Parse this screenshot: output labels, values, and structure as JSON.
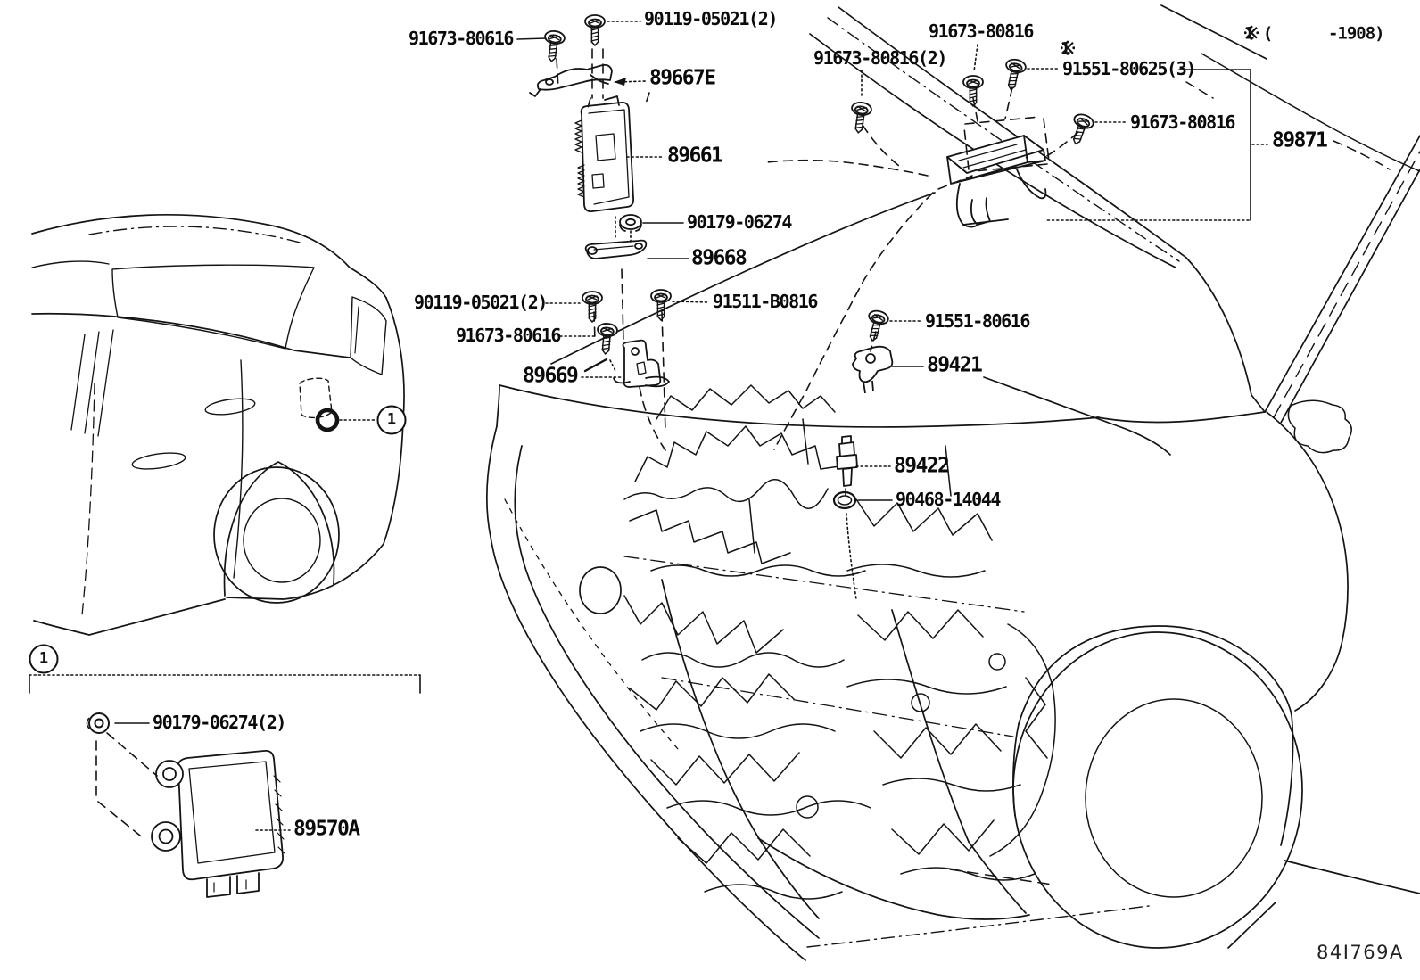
{
  "colors": {
    "ink": "#141414",
    "background": "#ffffff"
  },
  "drawing": {
    "code": "84I769A",
    "note_ref": "1 (      -1908)"
  },
  "callouts": {
    "engine_room": "1",
    "section": "1"
  },
  "labels": {
    "bolt_90119_top": "90119-05021(2)",
    "screw_91673_80616_top": "91673-80616",
    "bracket_89667e": "89667E",
    "ecu_89661": "89661",
    "nut_90179_06274": "90179-06274",
    "bracket_89668": "89668",
    "bolt_90119_lower": "90119-05021(2)",
    "screw_91511_b0816": "91511-B0816",
    "screw_91673_80616_lower": "91673-80616",
    "bracket_89669": "89669",
    "screw_91673_80816_top": "91673-80816",
    "screw_91673_80816_pair": "91673-80816(2)",
    "ref_1": "1",
    "screw_91551_80625": "91551-80625(3)",
    "screw_91673_80816_right": "91673-80816",
    "ecu_89871": "89871",
    "screw_91551_80616": "91551-80616",
    "sensor_89421": "89421",
    "sensor_89422": "89422",
    "oring_90468_14044": "90468-14044",
    "grommet_90179_06274_2": "90179-06274(2)",
    "ecu_89570a": "89570A"
  }
}
